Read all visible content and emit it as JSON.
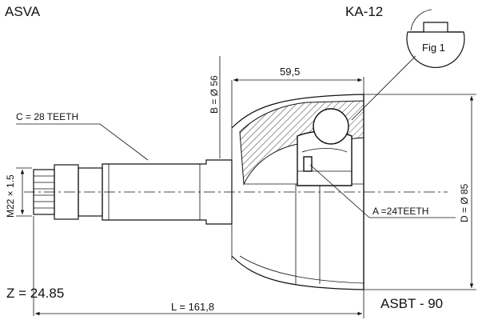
{
  "brand": "ASVA",
  "part_code": "KA-12",
  "fig_label": "Fig 1",
  "dims": {
    "length_b": "59,5",
    "diam_b": "B = Ø 56",
    "teeth_c": "C = 28 TEETH",
    "thread": "M22 × 1.5",
    "teeth_a": "A =24TEETH",
    "diam_d": "D = Ø 85",
    "z_value": "Z = 24.85",
    "length_l": "L = 161,8"
  },
  "ref_code": "ASBT - 90"
}
